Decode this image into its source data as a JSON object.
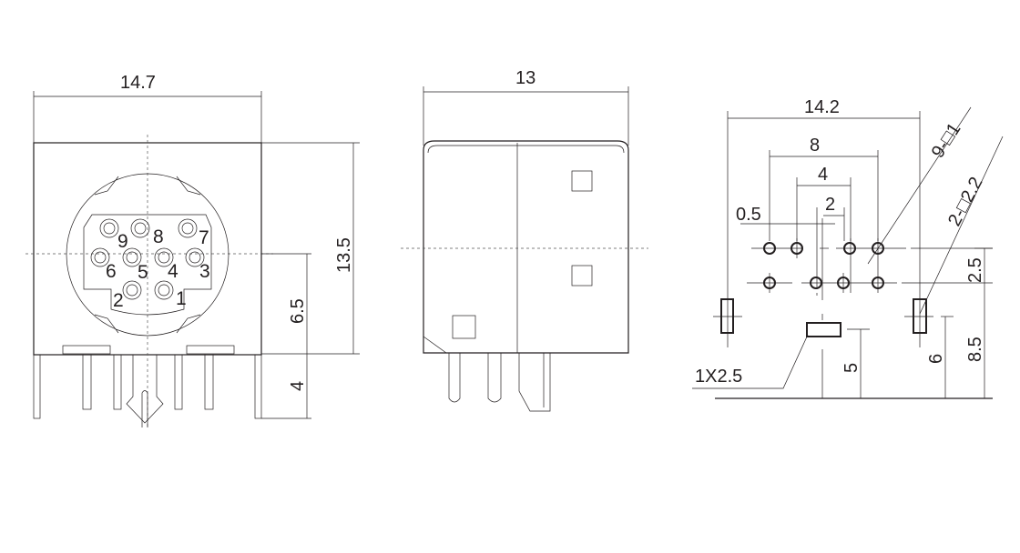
{
  "front_view": {
    "width_dim": "14.7",
    "height_dim": "13.5",
    "center_height_dim": "6.5",
    "pin_length_dim": "4",
    "pin_labels": [
      "1",
      "2",
      "3",
      "4",
      "5",
      "6",
      "7",
      "8",
      "9"
    ]
  },
  "side_view": {
    "depth_dim": "13"
  },
  "pcb_layout": {
    "overall_width_dim": "14.2",
    "outer_pin_span_dim": "8",
    "inner_pin_span_dim": "4",
    "pin_pitch_dim": "2",
    "offset_dim": "0.5",
    "row_spacing_dim": "2.5",
    "row_to_base_dim": "8.5",
    "mount_hole_height_dim": "6",
    "slot_height_dim": "5",
    "pin_hole_note": "9-□1",
    "mount_hole_note": "2-□2.2",
    "slot_note": "1X2.5"
  }
}
